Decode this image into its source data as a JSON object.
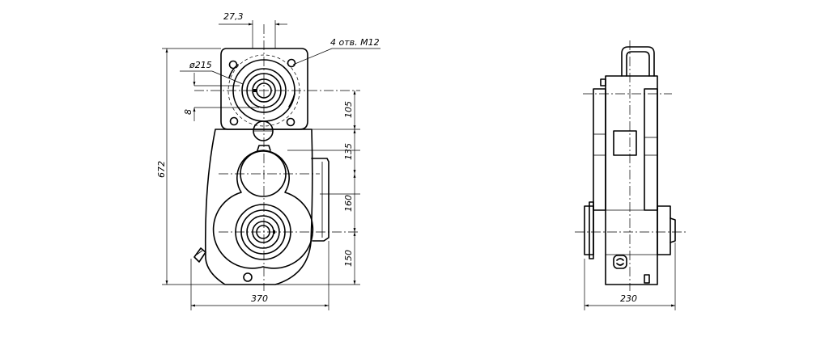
{
  "dimensions": {
    "offset": "27,3",
    "holes": "4 отв. М12",
    "diameter": "ø215",
    "keyway": "8",
    "height_total": "672",
    "seg_105": "105",
    "seg_135": "135",
    "seg_160": "160",
    "seg_150": "150",
    "width_front": "370",
    "width_side": "230"
  }
}
